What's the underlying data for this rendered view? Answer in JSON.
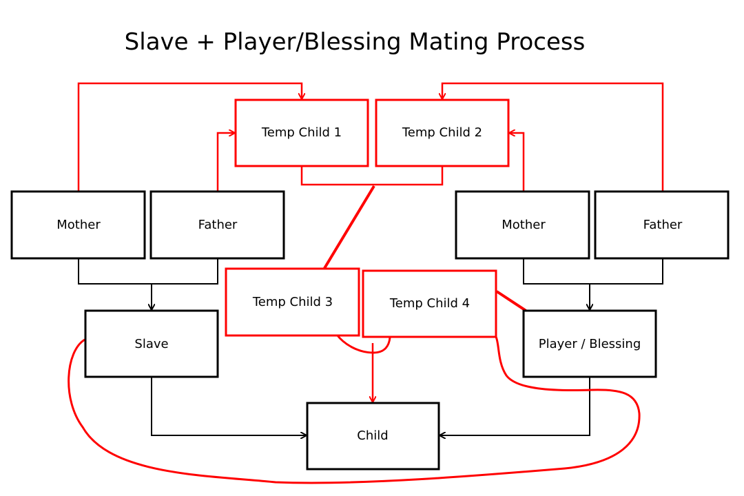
{
  "title": "Slave + Player/Blessing Mating Process",
  "colors": {
    "black": "#000000",
    "red": "#ff0000"
  },
  "nodes": {
    "temp_child_1": "Temp Child 1",
    "temp_child_2": "Temp Child 2",
    "mother_left": "Mother",
    "father_left": "Father",
    "mother_right": "Mother",
    "father_right": "Father",
    "temp_child_3": "Temp Child 3",
    "temp_child_4": "Temp Child 4",
    "slave": "Slave",
    "player_blessing": "Player / Blessing",
    "child": "Child"
  }
}
